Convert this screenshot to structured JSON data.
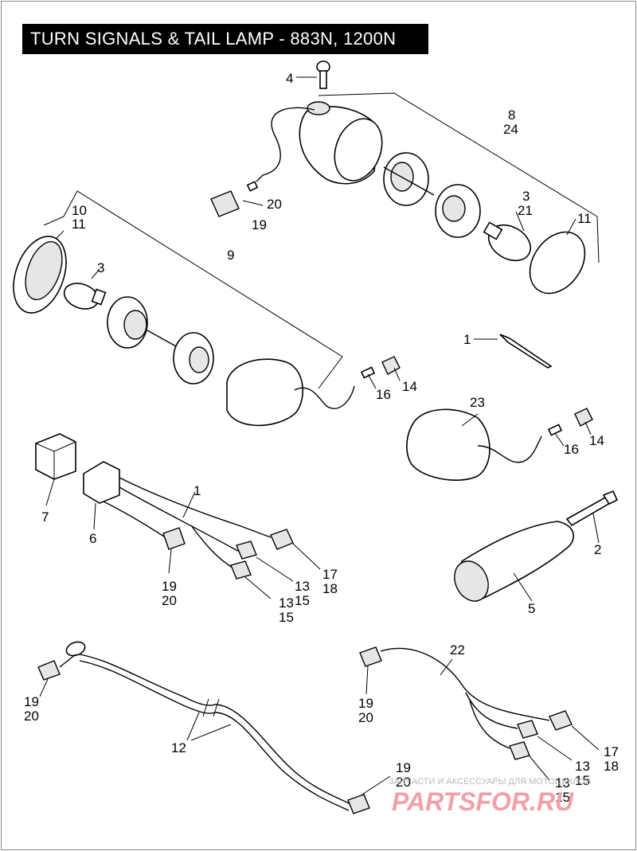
{
  "title": "TURN SIGNALS & TAIL LAMP - 883N, 1200N",
  "labels": {
    "l4": "4",
    "l8": "8",
    "l24": "24",
    "l3a": "3",
    "l21": "21",
    "l11a": "11",
    "l20a": "20",
    "l19a": "19",
    "l10": "10",
    "l11b": "11",
    "l9": "9",
    "l3b": "3",
    "l1a": "1",
    "l16a": "16",
    "l14a": "14",
    "l23": "23",
    "l16b": "16",
    "l14b": "14",
    "l7": "7",
    "l6": "6",
    "l1b": "1",
    "l19b": "19",
    "l20b": "20",
    "l17a": "17",
    "l18a": "18",
    "l13a": "13",
    "l15a": "15",
    "l13b": "13",
    "l15b": "15",
    "l2": "2",
    "l5": "5",
    "l22": "22",
    "l19c": "19",
    "l20c": "20",
    "l19d": "19",
    "l20d": "20",
    "l17b": "17",
    "l18b": "18",
    "l13c": "13",
    "l15c": "15",
    "l13d": "13",
    "l15d": "15",
    "l12": "12",
    "l19e": "19",
    "l20e": "20"
  },
  "watermark": {
    "line1": "ЗАПЧАСТИ И АКСЕССУАРЫ ДЛЯ МОТОЦИКЛОВ",
    "logo": "PARTSFOR.RU"
  }
}
